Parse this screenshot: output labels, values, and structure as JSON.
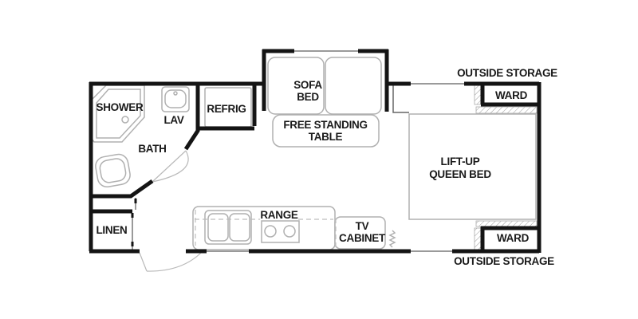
{
  "colors": {
    "wall": "#141414",
    "furniture": "#b0b0b0",
    "window": "#9a9a9a",
    "text": "#1a1a1a",
    "background": "#ffffff"
  },
  "rooms": {
    "bath": {
      "shower": "SHOWER",
      "lav": "LAV",
      "bath": "BATH",
      "linen": "LINEN"
    },
    "kitchen": {
      "refrig": "REFRIG",
      "range": "RANGE",
      "tv_cabinet": [
        "TV",
        "CABINET"
      ]
    },
    "living": {
      "sofa_bed": [
        "SOFA",
        "BED"
      ],
      "table": [
        "FREE STANDING",
        "TABLE"
      ]
    },
    "bedroom": {
      "queen_bed": [
        "LIFT-UP",
        "QUEEN BED"
      ],
      "ward_top": "WARD",
      "ward_bottom": "WARD"
    },
    "exterior": {
      "outside_storage_top": "OUTSIDE STORAGE",
      "outside_storage_bottom": "OUTSIDE STORAGE"
    }
  }
}
